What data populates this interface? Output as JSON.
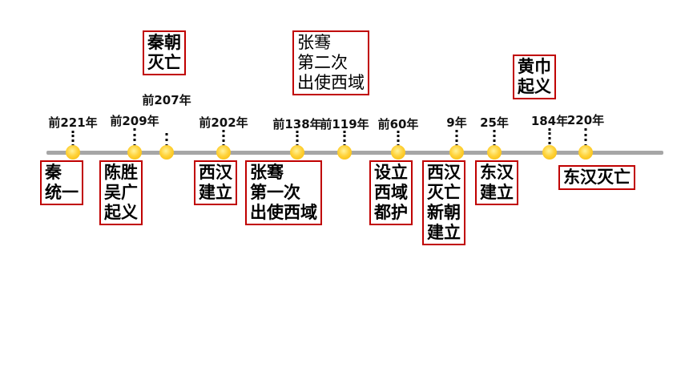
{
  "timeline": {
    "accent_color": "#c00000",
    "axis_color": "#a6a6a6",
    "dot_color": "#ffd23a",
    "events": [
      {
        "year": "前221年",
        "text": "秦\n统一"
      },
      {
        "year": "前209年",
        "text": "陈胜\n吴广\n起义"
      },
      {
        "year": "前207年",
        "text": "秦朝\n灭亡"
      },
      {
        "year": "前202年",
        "text": "西汉\n建立"
      },
      {
        "year": "前138年",
        "text": "张骞\n第一次\n出使西域"
      },
      {
        "year": "前119年",
        "text": "张骞\n第二次\n出使西域"
      },
      {
        "year": "前60年",
        "text": "设立\n西域\n都护"
      },
      {
        "year": "9年",
        "text": "西汉\n灭亡\n新朝\n建立"
      },
      {
        "year": "25年",
        "text": "东汉\n建立"
      },
      {
        "year": "184年",
        "text": "黄巾\n起义"
      },
      {
        "year": "220年",
        "text": "东汉灭亡"
      }
    ]
  }
}
